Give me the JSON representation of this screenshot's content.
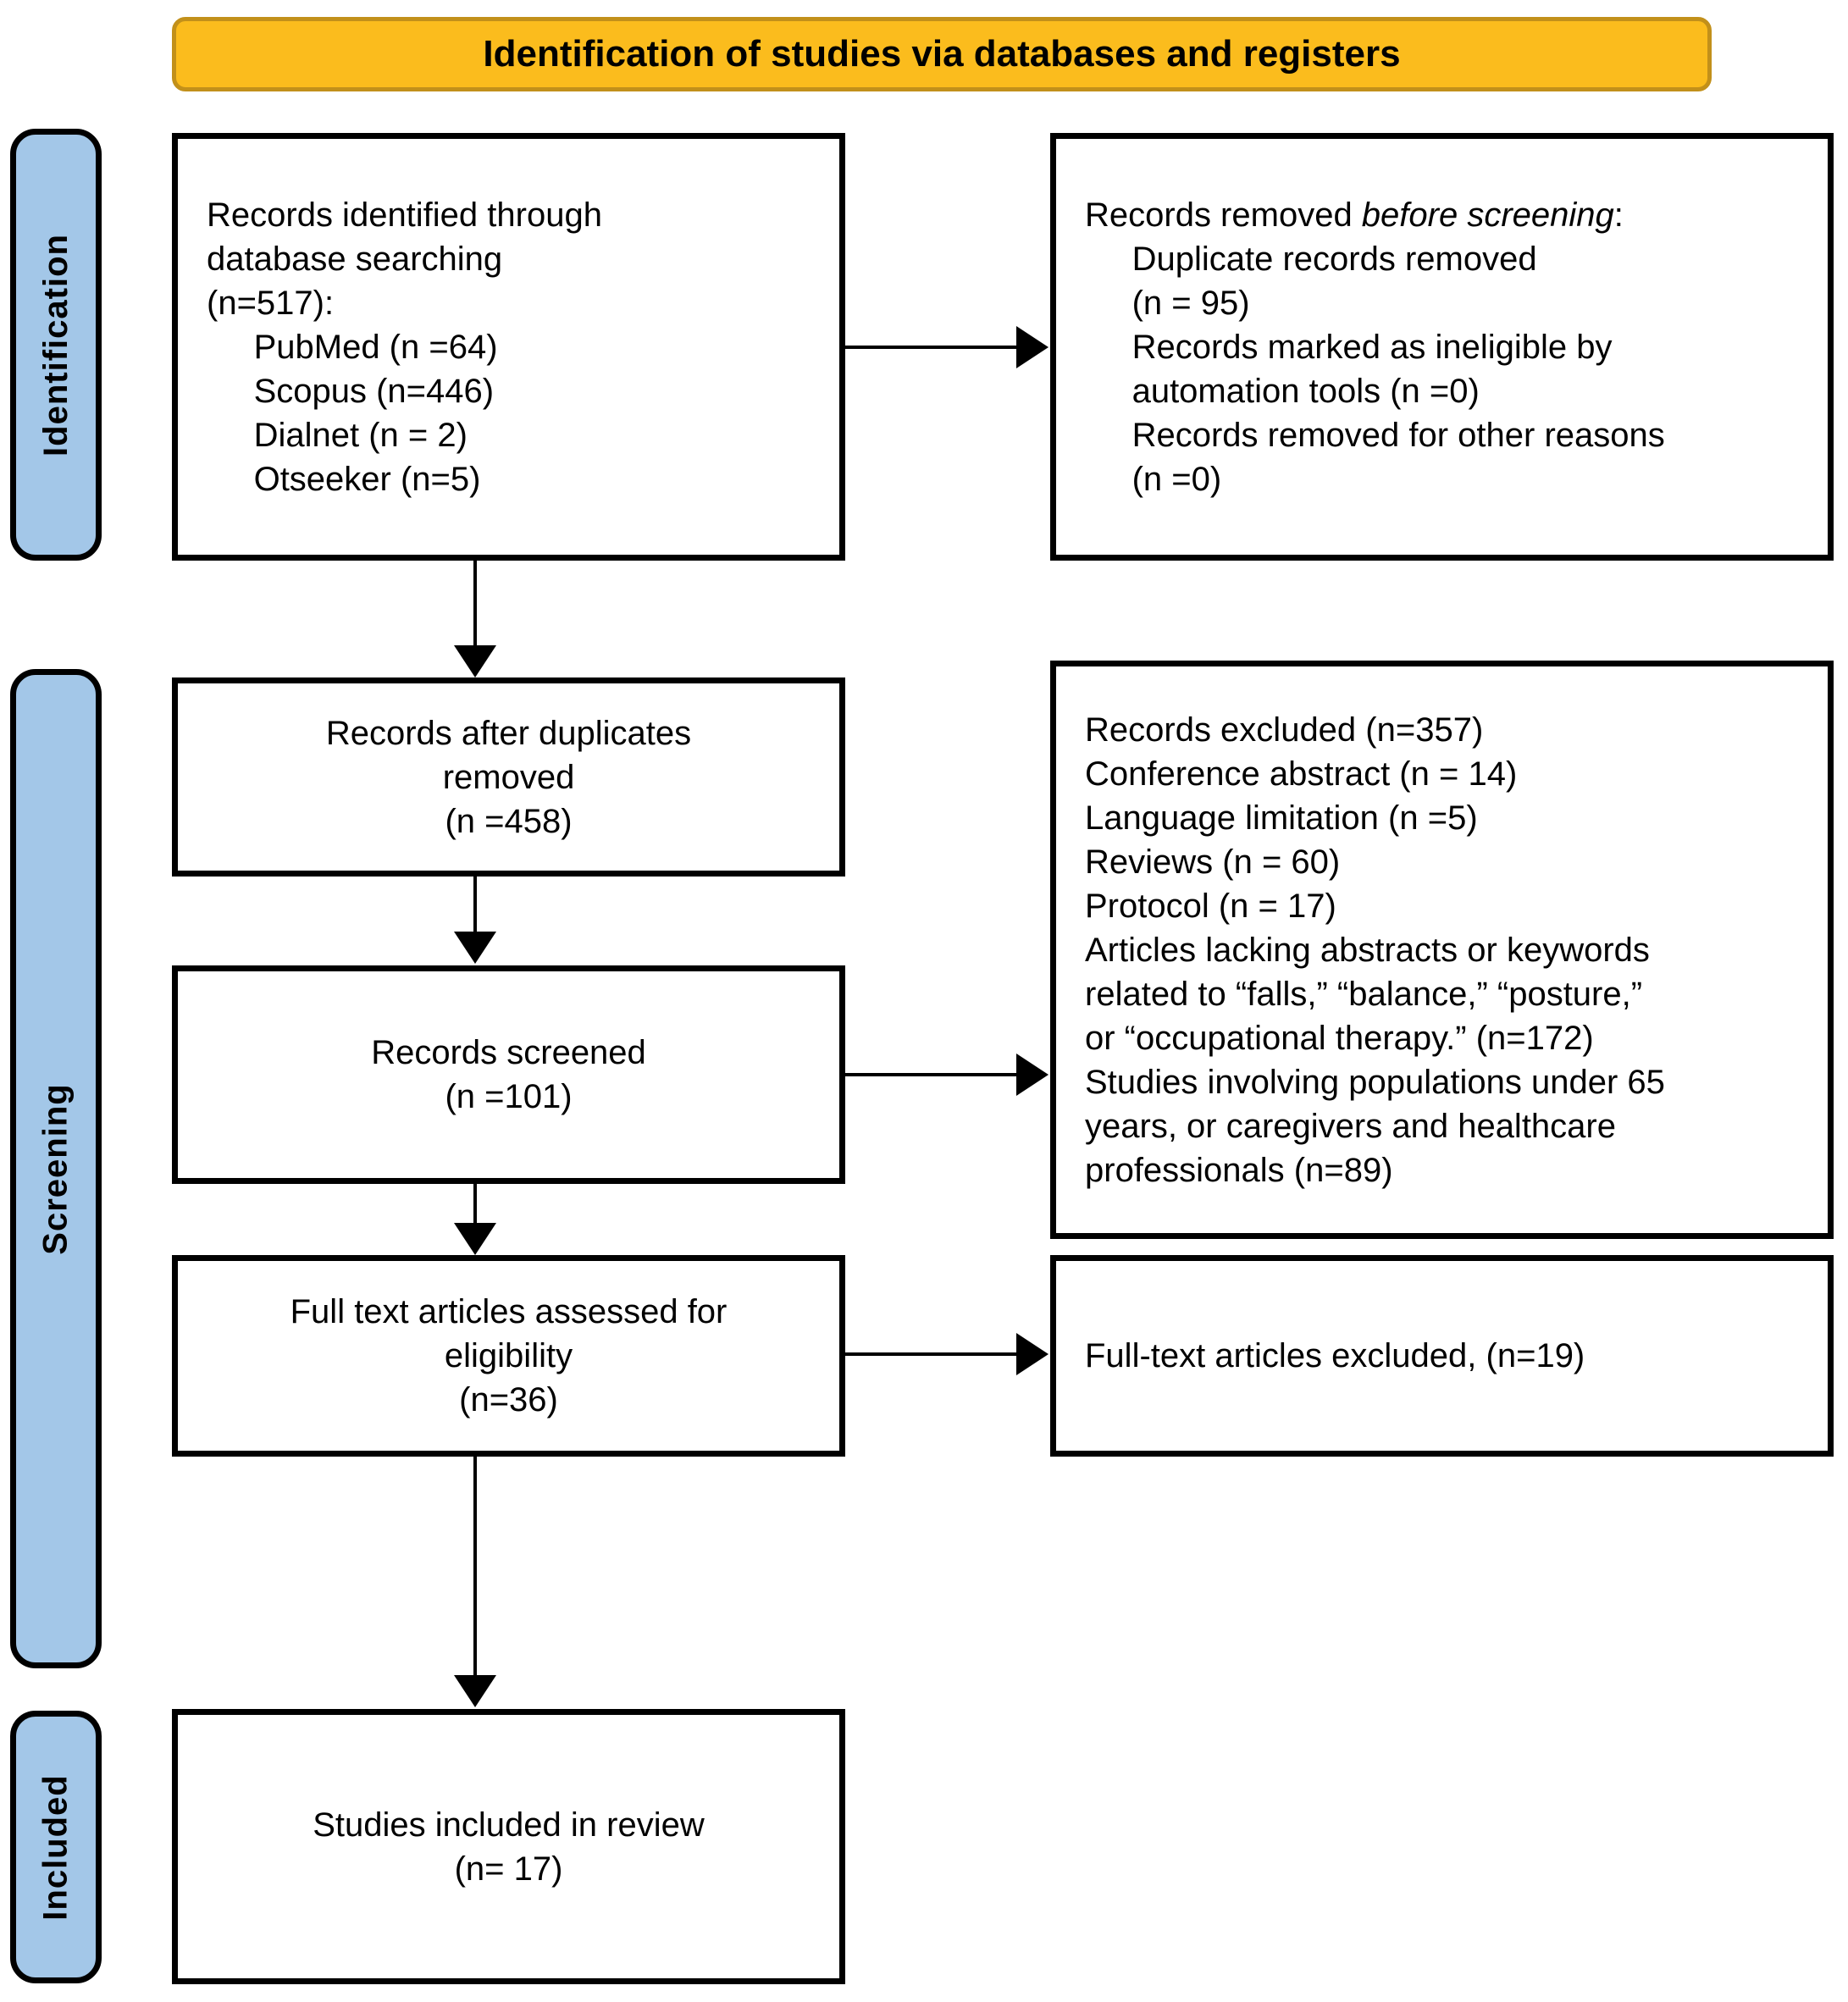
{
  "banner": {
    "title": "Identification of studies via databases and registers",
    "bg_color": "#FBBC1D",
    "border_color": "#C2901A"
  },
  "stages": {
    "color": "#A3C7E8",
    "identification": "Identification",
    "screening": "Screening",
    "included": "Included"
  },
  "boxes": {
    "identified": "Records identified through\ndatabase searching\n(n=517):\n     PubMed (n =64)\n     Scopus (n=446)\n     Dialnet (n = 2)\n     Otseeker (n=5)",
    "removed_prefix": "Records removed ",
    "removed_italic": "before screening",
    "removed_suffix": ":",
    "removed_rest": "\n     Duplicate records removed\n     (n = 95)\n     Records marked as ineligible by\n     automation tools (n =0)\n     Records removed for other reasons\n     (n =0)",
    "after_duplicates": "Records after duplicates\nremoved\n(n =458)",
    "screened": "Records screened\n(n =101)",
    "excluded": "Records excluded (n=357)\nConference abstract (n = 14)\nLanguage limitation (n =5)\nReviews (n = 60)\nProtocol (n = 17)\nArticles lacking abstracts or keywords\nrelated to “falls,” “balance,” “posture,”\nor “occupational therapy.” (n=172)\nStudies involving populations under 65\nyears, or caregivers and healthcare\nprofessionals (n=89)",
    "full_text": "Full text articles assessed for\neligibility\n(n=36)",
    "full_text_excluded": "Full-text articles excluded, (n=19)",
    "included": "Studies included in review\n(n= 17)"
  },
  "chart_data": {
    "type": "table",
    "title": "PRISMA 2020 flow diagram — Identification of studies via databases and registers",
    "stages": [
      "Identification",
      "Screening",
      "Included"
    ],
    "records_identified_total": 517,
    "sources": [
      {
        "name": "PubMed",
        "n": 64
      },
      {
        "name": "Scopus",
        "n": 446
      },
      {
        "name": "Dialnet",
        "n": 2
      },
      {
        "name": "Otseeker",
        "n": 5
      }
    ],
    "removed_before_screening": [
      {
        "reason": "Duplicate records removed",
        "n": 95
      },
      {
        "reason": "Records marked as ineligible by automation tools",
        "n": 0
      },
      {
        "reason": "Records removed for other reasons",
        "n": 0
      }
    ],
    "records_after_duplicates_removed": 458,
    "records_screened": 101,
    "records_excluded_total": 357,
    "exclusion_reasons": [
      {
        "reason": "Conference abstract",
        "n": 14
      },
      {
        "reason": "Language limitation",
        "n": 5
      },
      {
        "reason": "Reviews",
        "n": 60
      },
      {
        "reason": "Protocol",
        "n": 17
      },
      {
        "reason": "Articles lacking abstracts or keywords related to “falls,” “balance,” “posture,” or “occupational therapy.”",
        "n": 172
      },
      {
        "reason": "Studies involving populations under 65 years, or caregivers and healthcare professionals",
        "n": 89
      }
    ],
    "full_text_assessed": 36,
    "full_text_excluded": 19,
    "studies_included_in_review": 17
  }
}
